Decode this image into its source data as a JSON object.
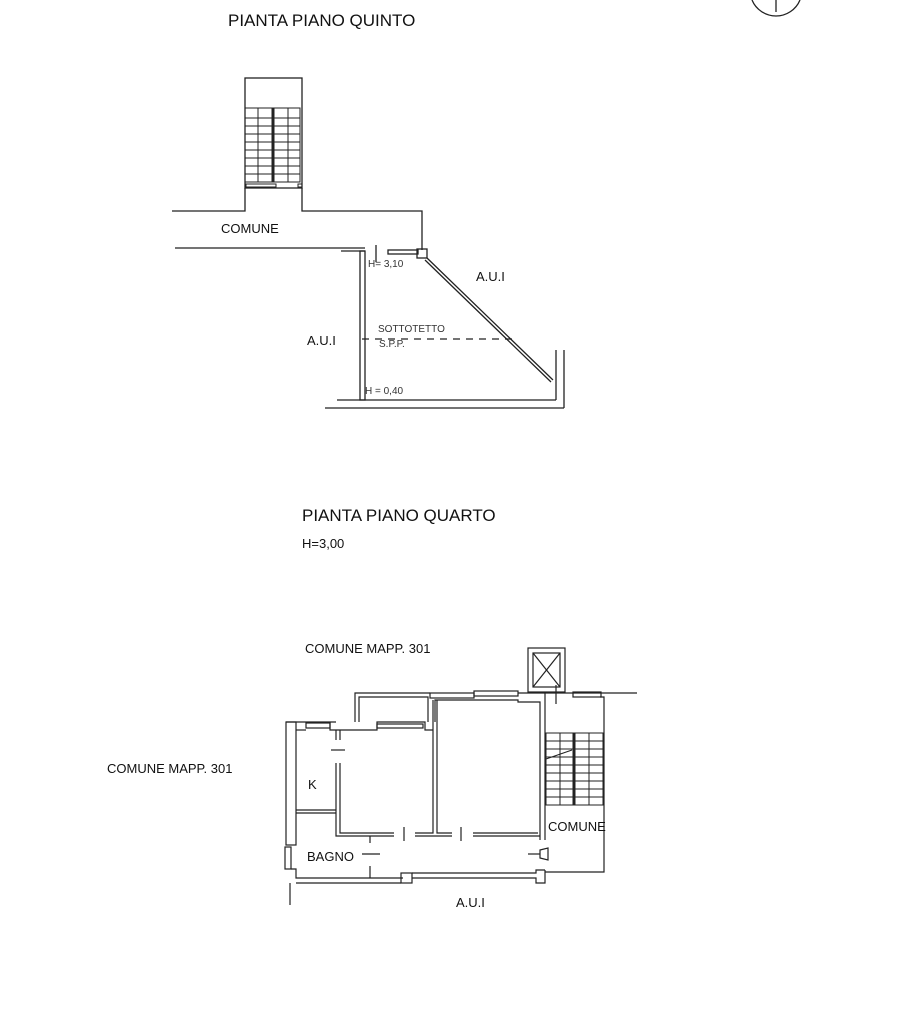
{
  "upper_plan": {
    "title": "PIANTA PIANO QUINTO",
    "labels": {
      "comune": "COMUNE",
      "aui_right": "A.U.I",
      "aui_left": "A.U.I",
      "sottotetto": "SOTTOTETTO",
      "spp": "S.P.P.",
      "h_high": "H= 3,10",
      "h_low": "H = 0,40"
    }
  },
  "lower_plan": {
    "title": "PIANTA PIANO QUARTO",
    "height": "H=3,00",
    "labels": {
      "comune_top": "COMUNE MAPP. 301",
      "comune_left": "COMUNE MAPP. 301",
      "k": "K",
      "bagno": "BAGNO",
      "comune": "COMUNE",
      "aui": "A.U.I"
    }
  }
}
